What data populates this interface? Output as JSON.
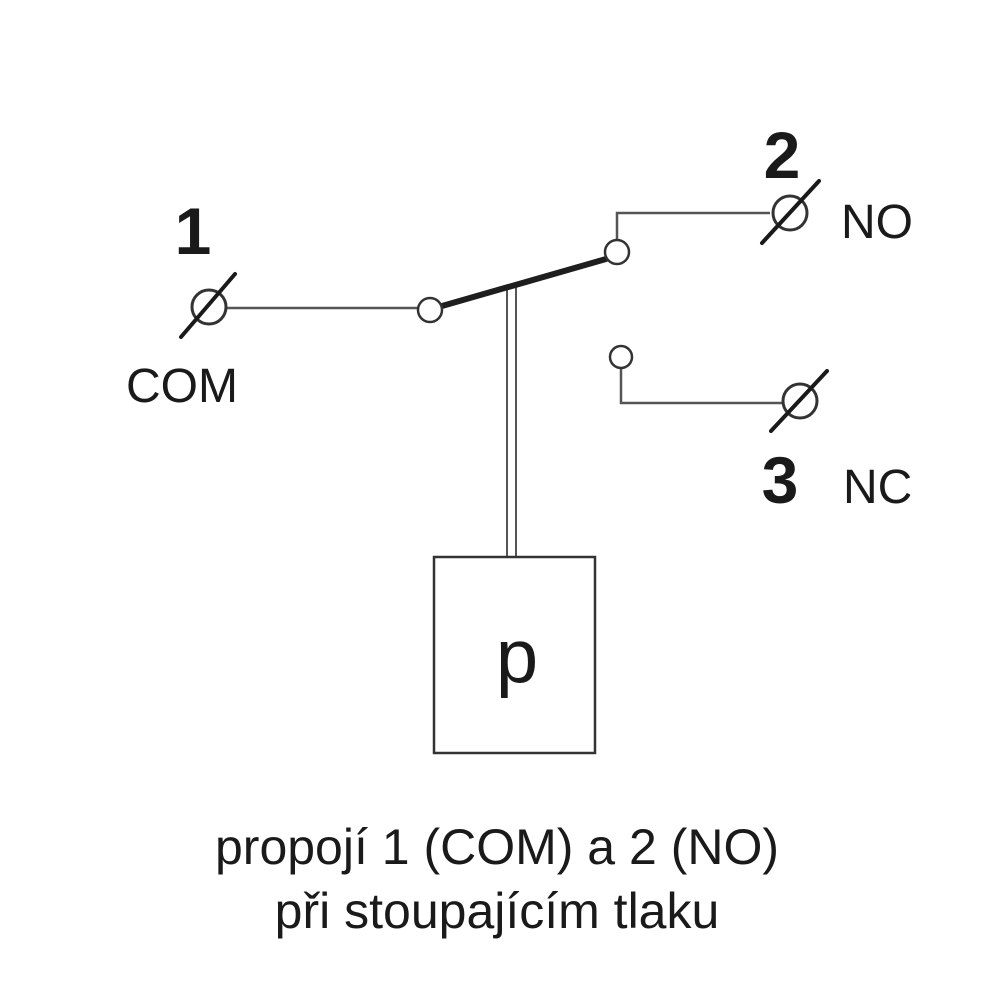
{
  "terminals": {
    "com": {
      "number": "1",
      "label": "COM"
    },
    "no": {
      "number": "2",
      "label": "NO"
    },
    "nc": {
      "number": "3",
      "label": "NC"
    }
  },
  "actuator": {
    "symbol": "p"
  },
  "caption": {
    "line1": "propojí 1 (COM) a 2 (NO)",
    "line2": "při stoupajícím tlaku"
  }
}
